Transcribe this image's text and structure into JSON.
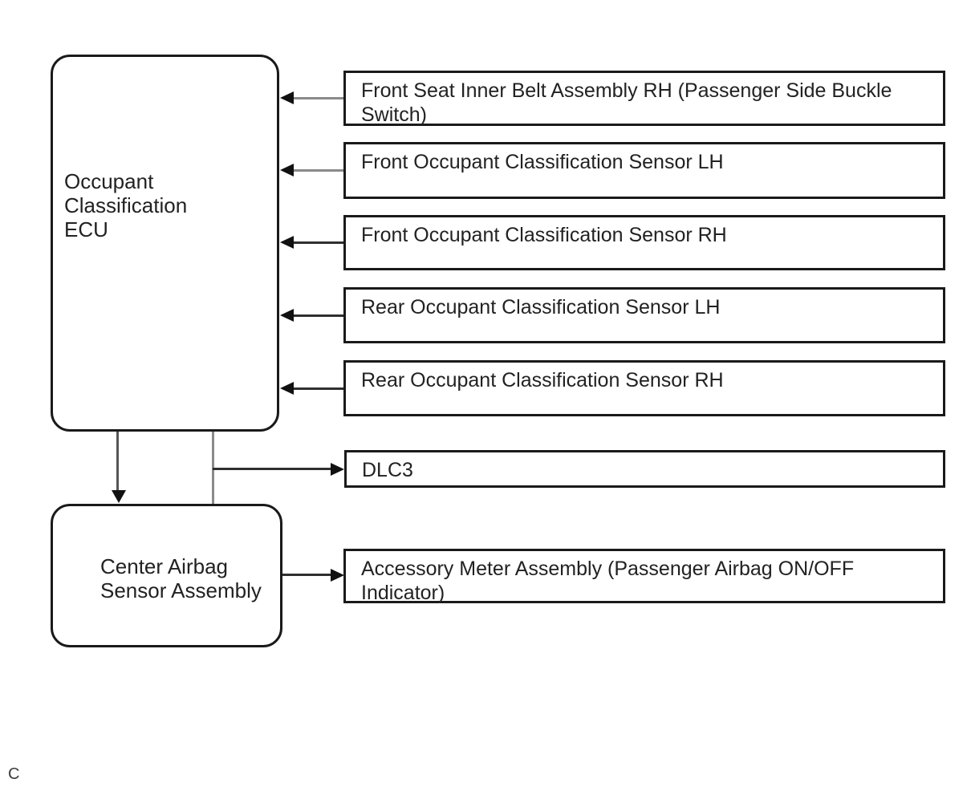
{
  "colors": {
    "box_border": "#1a1a1a",
    "arrowhead": "#111111",
    "connector_gray": "#8a8a8a",
    "connector_dark": "#2f2f2f",
    "text": "#222222",
    "background": "#ffffff"
  },
  "diagram": {
    "ecu_box": {
      "line1": "Occupant Classification",
      "line2": "ECU"
    },
    "input_boxes": [
      {
        "label": "Front Seat Inner Belt Assembly RH (Passenger Side Buckle Switch)"
      },
      {
        "label": "Front Occupant Classification Sensor LH"
      },
      {
        "label": "Front Occupant Classification Sensor RH"
      },
      {
        "label": "Rear Occupant Classification Sensor LH"
      },
      {
        "label": "Rear Occupant Classification Sensor RH"
      }
    ],
    "dlc3_box": {
      "label": "DLC3"
    },
    "center_airbag_box": {
      "line1": "Center Airbag",
      "line2": "Sensor Assembly"
    },
    "accessory_box": {
      "label": "Accessory Meter Assembly (Passenger Airbag ON/OFF Indicator)"
    },
    "corner_label": "C"
  }
}
